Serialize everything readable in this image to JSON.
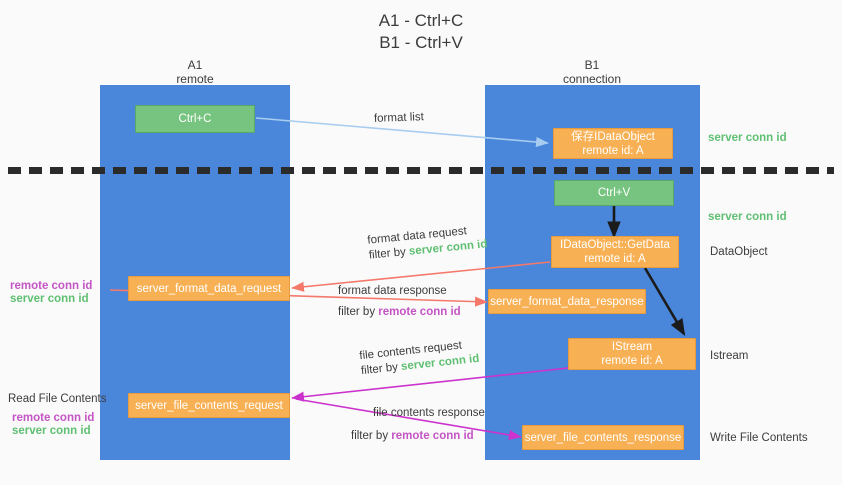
{
  "title": {
    "line1": "A1 - Ctrl+C",
    "line2": "B1 - Ctrl+V"
  },
  "lanes": [
    {
      "id": "a1",
      "name": "A1",
      "role": "remote"
    },
    {
      "id": "b1",
      "name": "B1",
      "role": "connection"
    }
  ],
  "colors": {
    "lane": "#4a86da",
    "green_node": "#76c47f",
    "orange_node": "#f8b054",
    "server_conn": "#5fbf72",
    "remote_conn": "#c455c4",
    "red_arrow": "#f4796b",
    "magenta_arrow": "#cc33cc",
    "light_blue_arrow": "#a8cdf0",
    "black_arrow": "#1b1b1b",
    "background": "#fafafa"
  },
  "nodes": [
    {
      "id": "ctrl_c",
      "label_line1": "Ctrl+C",
      "label_line2": ""
    },
    {
      "id": "idataobject_store",
      "label_line1": "保存IDataObject",
      "label_line2": "remote id: A"
    },
    {
      "id": "ctrl_v",
      "label_line1": "Ctrl+V",
      "label_line2": ""
    },
    {
      "id": "getdata",
      "label_line1": "IDataObject::GetData",
      "label_line2": "remote id: A"
    },
    {
      "id": "server_format_data_request",
      "label_line1": "server_format_data_request",
      "label_line2": ""
    },
    {
      "id": "server_format_data_response",
      "label_line1": "server_format_data_response",
      "label_line2": ""
    },
    {
      "id": "istream",
      "label_line1": "IStream",
      "label_line2": "remote id: A"
    },
    {
      "id": "server_file_contents_request",
      "label_line1": "server_file_contents_request",
      "label_line2": ""
    },
    {
      "id": "server_file_contents_response",
      "label_line1": "server_file_contents_response",
      "label_line2": ""
    }
  ],
  "edge_labels": {
    "format_list": "format list",
    "format_data_request": "format data request",
    "format_data_request_filter_prefix": "filter by ",
    "format_data_request_filter_value": "server conn id",
    "format_data_response": "format data response",
    "format_data_response_filter_prefix": "filter by ",
    "format_data_response_filter_value": "remote conn id",
    "file_contents_request": "file contents request",
    "file_contents_request_filter_prefix": "filter by ",
    "file_contents_request_filter_value": "server conn id",
    "file_contents_response": "file contents response",
    "file_contents_response_filter_prefix": "filter by ",
    "file_contents_response_filter_value": "remote conn id"
  },
  "right_labels": [
    {
      "id": "server_conn_id_top",
      "text": "server conn id",
      "color": "server"
    },
    {
      "id": "server_conn_id_second",
      "text": "server conn id",
      "color": "server"
    },
    {
      "id": "dataobject",
      "text": "DataObject",
      "color": "plain"
    },
    {
      "id": "istream_label",
      "text": "Istream",
      "color": "plain"
    },
    {
      "id": "write_file_contents",
      "text": "Write File Contents",
      "color": "plain"
    }
  ],
  "left_labels": {
    "group_one_remote": "remote conn id",
    "group_one_server": "server conn id",
    "read_file_contents": "Read File Contents",
    "group_two_remote": "remote conn id",
    "group_two_server": "server conn id"
  }
}
